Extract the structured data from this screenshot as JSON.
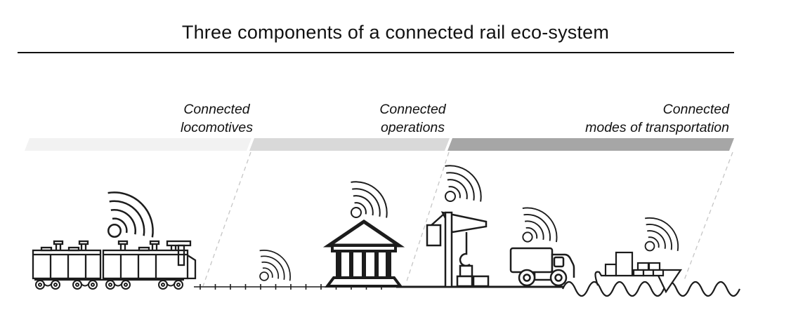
{
  "title": "Three components of a connected rail eco-system",
  "sections": [
    {
      "label": [
        "Connected",
        "locomotives"
      ],
      "band_color": "#f2f2f2",
      "icons": [
        "freight-train-icon",
        "wifi-signal-icon"
      ]
    },
    {
      "label": [
        "Connected",
        "operations"
      ],
      "band_color": "#d9d9d9",
      "icons": [
        "track-wifi-signal-icon",
        "bank-building-icon",
        "building-wifi-signal-icon"
      ]
    },
    {
      "label": [
        "Connected",
        "modes of transportation"
      ],
      "band_color": "#a6a6a6",
      "icons": [
        "crane-icon",
        "crane-wifi-signal-icon",
        "truck-icon",
        "truck-wifi-signal-icon",
        "cargo-ship-icon",
        "ship-wifi-signal-icon"
      ]
    }
  ],
  "colors": {
    "line_art": "#1c1c1c",
    "dashed_divider": "#c6c6c6",
    "text": "#111111"
  }
}
